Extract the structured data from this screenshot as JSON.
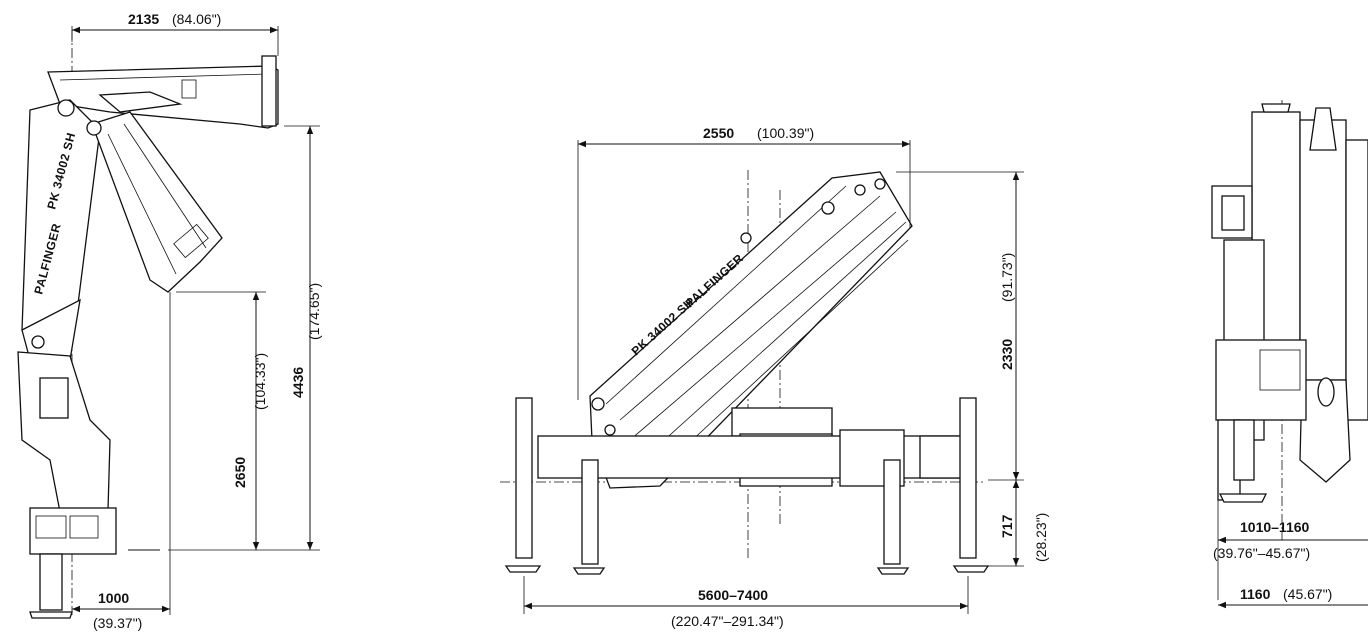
{
  "model": "PK 34002 SH",
  "brand": "PALFINGER",
  "left_view": {
    "dims": {
      "reach": {
        "value": "2135",
        "inch": "(84.06\")"
      },
      "total_height": {
        "value": "4436",
        "inch": "(174.65\")"
      },
      "hook_height": {
        "value": "2650",
        "inch": "(104.33\")"
      },
      "base_offset": {
        "value": "1000",
        "inch": "(39.37\")"
      }
    }
  },
  "center_view": {
    "dims": {
      "width": {
        "value": "2550",
        "inch": "(100.39\")"
      },
      "height": {
        "value": "2330",
        "inch": "(91.73\")"
      },
      "base": {
        "value": "717",
        "inch": "(28.23\")"
      },
      "outrigger_span": {
        "value": "5600–7400",
        "inch": "(220.47\"–291.34\")"
      }
    }
  },
  "right_view": {
    "dims": {
      "width_range": {
        "value": "1010–1160",
        "inch": "(39.76\"–45.67\")"
      },
      "width": {
        "value": "1160",
        "inch": "(45.67\")"
      }
    }
  }
}
